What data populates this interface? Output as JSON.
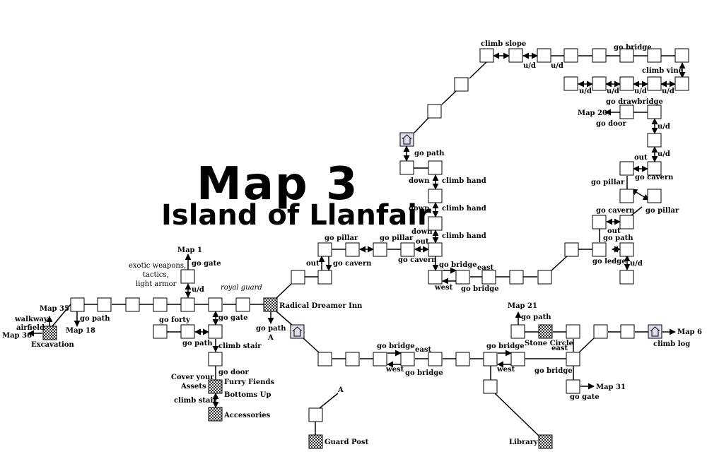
{
  "title": "Map 3",
  "subtitle": "Island of Llanfair",
  "labels": {
    "climb_slope": "climb slope",
    "go_bridge": "go bridge",
    "climb_vine": "climb vine",
    "go_drawbridge": "go drawbridge",
    "map20": "Map 20",
    "go_door": "go door",
    "ud": "u/d",
    "go_path": "go path",
    "out": "out",
    "go_cavern": "go cavern",
    "go_pillar": "go pillar",
    "down": "down",
    "climb_hand": "climb hand",
    "go_ledge": "go ledge",
    "east": "east",
    "west": "west",
    "map1": "Map 1",
    "go_gate": "go gate",
    "exotic1": "exotic weapons,",
    "exotic2": "tactics,",
    "exotic3": "light armor",
    "royal_guard": "royal guard",
    "radical": "Radical Dreamer Inn",
    "map35": "Map 35",
    "walkway": "walkway",
    "airfield": "airfield",
    "map36": "Map 36",
    "map18": "Map 18",
    "excavation": "Excavation",
    "go_forty": "go forty",
    "climb_stair": "climb stair",
    "a": "A",
    "cover1": "Cover your",
    "cover2": "Assets",
    "furry": "Furry Fiends",
    "bottoms": "Bottoms Up",
    "accessories": "Accessories",
    "guard_post": "Guard Post",
    "library": "Library",
    "map21": "Map 21",
    "stone_circle": "Stone Circle",
    "map6": "Map 6",
    "climb_log": "climb log",
    "map31": "Map 31"
  }
}
